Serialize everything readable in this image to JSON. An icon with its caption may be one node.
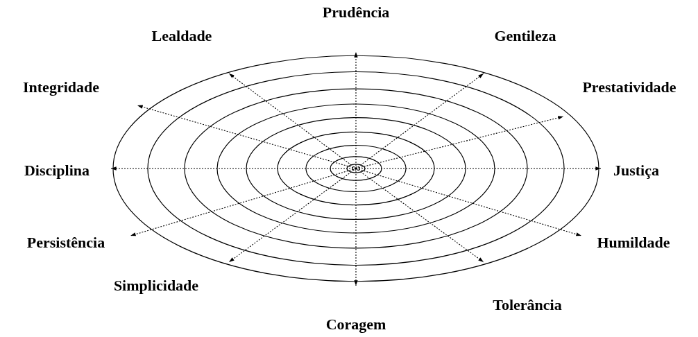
{
  "diagram": {
    "nodes": [
      {
        "text": [
          "Prudência"
        ]
      },
      {
        "text": [
          "Gentileza"
        ]
      },
      {
        "text": [
          "Prestatividade"
        ]
      },
      {
        "text": [
          "Justiça"
        ]
      },
      {
        "text": [
          "Humildade"
        ]
      },
      {
        "text": [
          "Tolerância"
        ]
      },
      {
        "text": [
          "Coragem"
        ]
      },
      {
        "text": [
          "Simplicidade"
        ]
      },
      {
        "text": [
          "Persistência"
        ]
      },
      {
        "text": [
          "Disciplina"
        ]
      },
      {
        "text": [
          "Integridade"
        ]
      },
      {
        "text": [
          "Lealdade"
        ]
      }
    ],
    "edges": [
      {
        "from": null,
        "to": 0,
        "arrow": "to",
        "style": "dashed"
      },
      {
        "from": null,
        "to": 1,
        "arrow": "to",
        "style": "dashed"
      },
      {
        "from": null,
        "to": 2,
        "arrow": "to",
        "style": "dashed"
      },
      {
        "from": null,
        "to": 3,
        "arrow": "to",
        "style": "dashed"
      },
      {
        "from": null,
        "to": 4,
        "arrow": "to",
        "style": "dashed"
      },
      {
        "from": null,
        "to": 5,
        "arrow": "to",
        "style": "dashed"
      },
      {
        "from": null,
        "to": 6,
        "arrow": "to",
        "style": "dashed"
      },
      {
        "from": null,
        "to": 7,
        "arrow": "to",
        "style": "dashed"
      },
      {
        "from": null,
        "to": 8,
        "arrow": "to",
        "style": "dashed"
      },
      {
        "from": null,
        "to": 9,
        "arrow": "to",
        "style": "dashed"
      },
      {
        "from": null,
        "to": 10,
        "arrow": "to",
        "style": "dashed"
      },
      {
        "from": null,
        "to": 11,
        "arrow": "to",
        "style": "dashed"
      }
    ]
  }
}
